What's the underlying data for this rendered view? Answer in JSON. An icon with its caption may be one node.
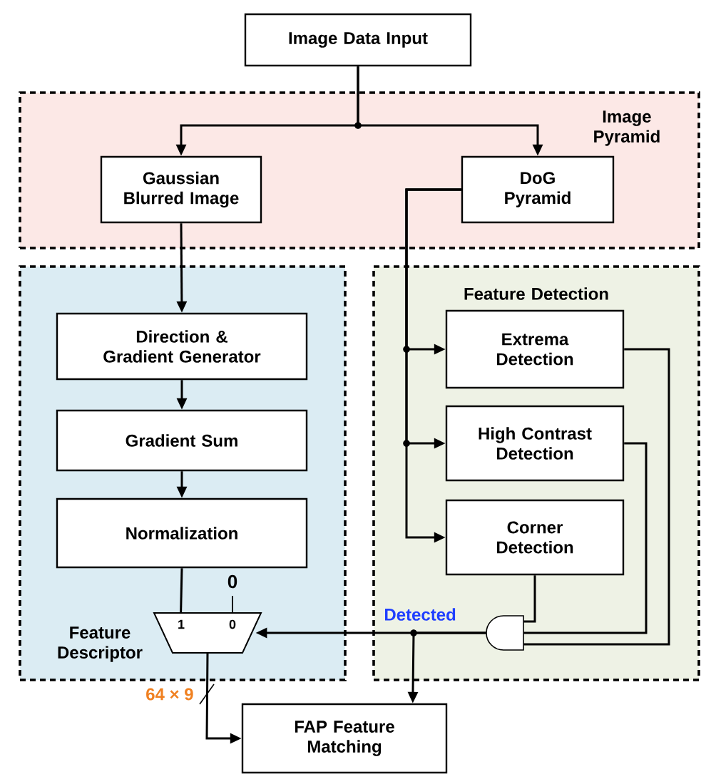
{
  "diagram": {
    "nodes": [
      {
        "text": [
          "Image Data Input"
        ]
      },
      {
        "text": [
          "Image Pyramid"
        ]
      },
      {
        "text": [
          "Gaussian Blurred Image"
        ],
        "in": 1
      },
      {
        "text": [
          "DoG Pyramid"
        ],
        "in": 1
      },
      {
        "text": [
          "Feature Descriptor"
        ]
      },
      {
        "text": [
          "Direction & Gradient Generator"
        ],
        "in": 4
      },
      {
        "text": [
          "Gradient Sum"
        ],
        "in": 4
      },
      {
        "text": [
          "Normalization"
        ],
        "in": 4
      },
      {
        "text": [
          "1",
          "0"
        ],
        "in": 4
      },
      {
        "text": [
          "Feature Detection"
        ]
      },
      {
        "text": [
          "Extrema Detection"
        ],
        "in": 9
      },
      {
        "text": [
          "High Contrast Detection"
        ],
        "in": 9
      },
      {
        "text": [
          "Corner Detection"
        ],
        "in": 9
      },
      {
        "text": [],
        "shape": "gate",
        "in": 9
      },
      {
        "text": [
          "FAP Feature Matching"
        ]
      }
    ],
    "edges": [
      {
        "from": 0,
        "to": 2,
        "arrow": "to"
      },
      {
        "from": 0,
        "to": 3,
        "arrow": "to"
      },
      {
        "from": 2,
        "to": 5,
        "arrow": "to"
      },
      {
        "from": 3,
        "to": 10,
        "arrow": "to"
      },
      {
        "from": 3,
        "to": 11,
        "arrow": "to"
      },
      {
        "from": 3,
        "to": 12,
        "arrow": "to"
      },
      {
        "from": 5,
        "to": 6,
        "arrow": "to"
      },
      {
        "from": 6,
        "to": 7,
        "arrow": "to"
      },
      {
        "from": 7,
        "to": 8,
        "arrow": "none"
      },
      {
        "from": 8,
        "to": 14,
        "arrow": "to",
        "label": "64 × 9"
      },
      {
        "from": 10,
        "to": 13,
        "arrow": "none"
      },
      {
        "from": 11,
        "to": 13,
        "arrow": "none"
      },
      {
        "from": 12,
        "to": 13,
        "arrow": "none"
      },
      {
        "from": 13,
        "to": 8,
        "arrow": "to",
        "label": "Detected"
      },
      {
        "from": 13,
        "to": 14,
        "arrow": "to"
      }
    ],
    "labels": [
      "0"
    ]
  }
}
